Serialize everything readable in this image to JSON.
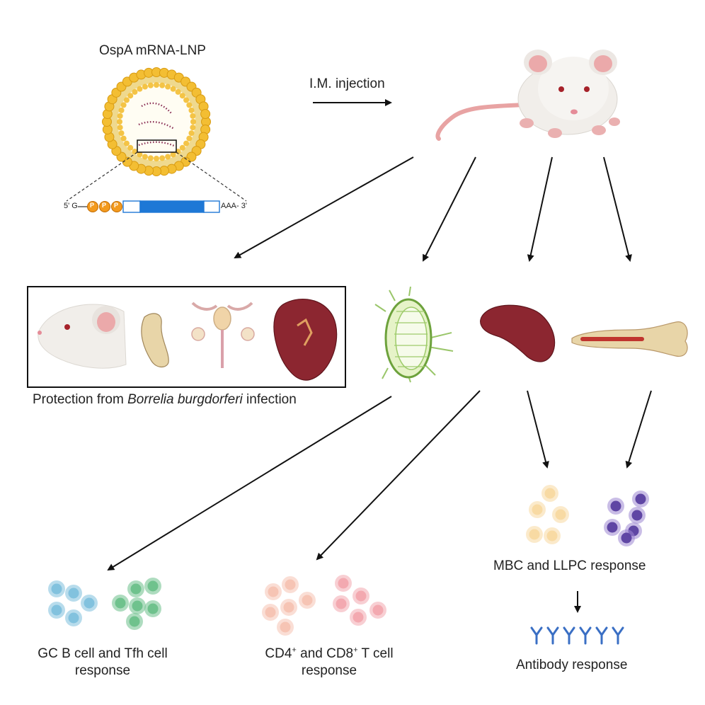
{
  "lnp": {
    "title": "OspA mRNA-LNP",
    "cap_start": "5' G",
    "cap_p": [
      "P",
      "P",
      "P"
    ],
    "tail_end": "AAA- 3'"
  },
  "injection_label": "I.M. injection",
  "protection": {
    "prefix": "Protection from ",
    "species": "Borrelia burgdorferi",
    "suffix": " infection"
  },
  "responses": {
    "gc_line1": "GC B cell and Tfh cell",
    "gc_line2": "response",
    "t_cd4": "CD4",
    "t_sup1": "+",
    "t_mid": " and CD8",
    "t_sup2": "+",
    "t_end": " T cell",
    "t_line2": "response",
    "mbc": "MBC and LLPC response",
    "antibody": "Antibody response"
  },
  "colors": {
    "lipid_head": "#F3BE33",
    "mrna_orf": "#1E78D6",
    "organ_red": "#8C2630",
    "gc_b": "#7EC0DD",
    "tfh": "#6CC08A",
    "cd4": "#F5C2B2",
    "cd8": "#F2A7AE",
    "mbc": "#F8D9A0",
    "llpc": "#9C86D2",
    "antibody": "#3A6FC4"
  }
}
